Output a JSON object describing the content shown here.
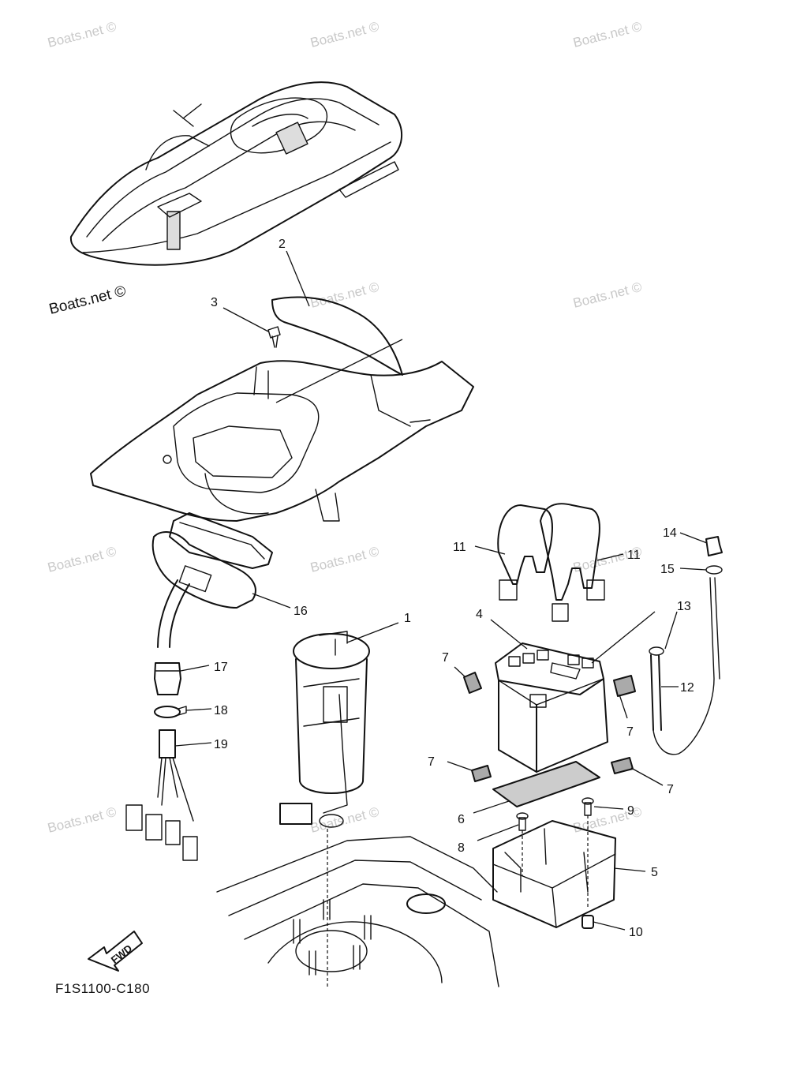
{
  "watermark": {
    "faint_text": "Boats.net ©",
    "strong_text": "Boats.net ©"
  },
  "diagram_code": "F1S1100-C180",
  "fwd_label": "FWD",
  "callouts": [
    "1",
    "2",
    "3",
    "4",
    "5",
    "6",
    "7",
    "7",
    "7",
    "7",
    "8",
    "9",
    "10",
    "11",
    "11",
    "12",
    "13",
    "14",
    "15",
    "16",
    "17",
    "18",
    "19"
  ],
  "components": [
    "watercraft-overview",
    "upper-deck-hood",
    "seat-gasket",
    "fuel-sender-unit",
    "battery",
    "battery-box",
    "battery-pad",
    "battery-bands",
    "vent-hose",
    "wire-harness",
    "engine-bed"
  ]
}
